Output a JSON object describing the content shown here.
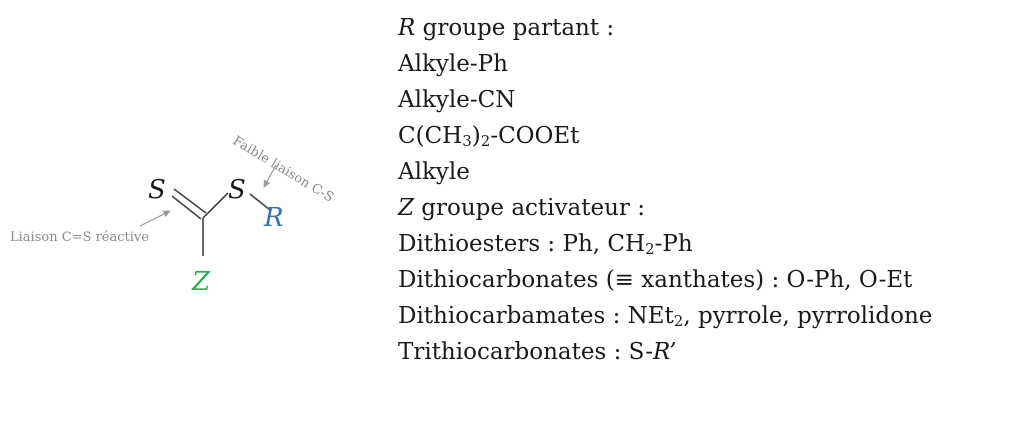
{
  "molecule": {
    "atom_s_double": "S",
    "atom_s_single": "S",
    "atom_r": "R",
    "atom_z": "Z",
    "note_weak_bond": "Faible liaison C-S",
    "note_reactive_bond": "Liaison C=S réactive",
    "colors": {
      "r_group": "#2e75b6",
      "z_group": "#22b14c",
      "notes": "#8a8a8a",
      "bonds": "#444444"
    }
  },
  "legend": {
    "r_heading_symbol": "R",
    "r_heading_text": " groupe partant :",
    "r_items": [
      "Alkyle-Ph",
      "Alkyle-CN"
    ],
    "r_item3_a": "C(CH",
    "r_item3_sub1": "3",
    "r_item3_b": ")",
    "r_item3_sub2": "2",
    "r_item3_c": "-COOEt",
    "r_item4": "Alkyle",
    "z_heading_symbol": "Z",
    "z_heading_text": " groupe activateur :",
    "dithioesters_a": "Dithioesters : Ph, CH",
    "dithioesters_sub": "2",
    "dithioesters_b": "-Ph",
    "dithiocarbonates": "Dithiocarbonates (≡ xanthates) : O-Ph, O-Et",
    "dithiocarbamates_a": "Dithiocarbamates : NEt",
    "dithiocarbamates_sub": "2",
    "dithiocarbamates_b": ", pyrrole, pyrrolidone",
    "trithiocarbonates_a": "Trithiocarbonates : S-",
    "trithiocarbonates_r": "R’"
  }
}
